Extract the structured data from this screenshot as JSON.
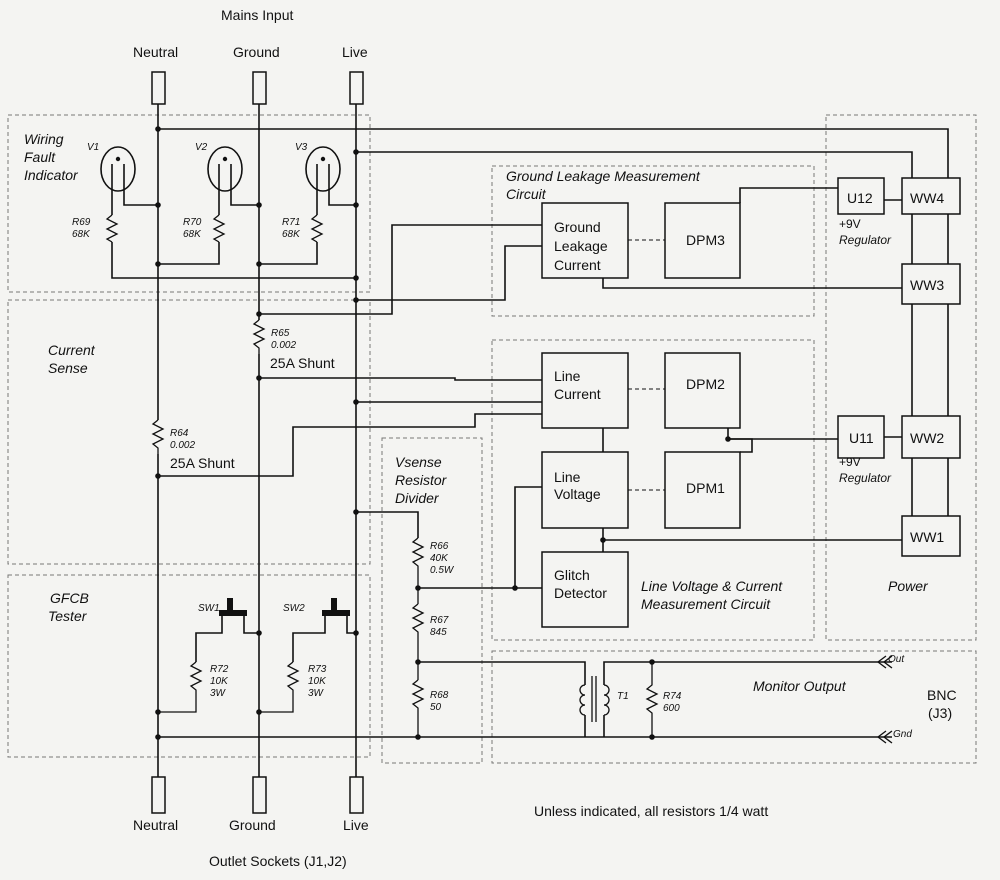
{
  "labels": {
    "mains_input": "Mains Input",
    "neutral": "Neutral",
    "ground": "Ground",
    "live": "Live",
    "outlet_sockets": "Outlet Sockets (J1,J2)",
    "wiring_fault_1": "Wiring",
    "wiring_fault_2": "Fault",
    "wiring_fault_3": "Indicator",
    "current_sense_1": "Current",
    "current_sense_2": "Sense",
    "gfcb_1": "GFCB",
    "gfcb_2": "Tester",
    "vsense_1": "Vsense",
    "vsense_2": "Resistor",
    "vsense_3": "Divider",
    "glm_circuit_1": "Ground Leakage Measurement",
    "glm_circuit_2": "Circuit",
    "lvc_circuit_1": "Line Voltage & Current",
    "lvc_circuit_2": "Measurement Circuit",
    "power": "Power",
    "monitor_output": "Monitor Output",
    "bnc_1": "BNC",
    "bnc_2": "(J3)",
    "out": "Out",
    "gnd": "Gnd",
    "note": "Unless indicated, all resistors 1/4 watt",
    "reg_volt_1": "+9V",
    "reg_1": "Regulator",
    "reg_volt_2": "+9V",
    "reg_2": "Regulator"
  },
  "blocks": {
    "ground_leakage_1": "Ground",
    "ground_leakage_2": "Leakage",
    "ground_leakage_3": "Current",
    "dpm3": "DPM3",
    "line_current_1": "Line",
    "line_current_2": "Current",
    "dpm2": "DPM2",
    "line_voltage_1": "Line",
    "line_voltage_2": "Voltage",
    "dpm1": "DPM1",
    "glitch_1": "Glitch",
    "glitch_2": "Detector",
    "u12": "U12",
    "u11": "U11",
    "ww4": "WW4",
    "ww3": "WW3",
    "ww2": "WW2",
    "ww1": "WW1"
  },
  "components": {
    "v1": "V1",
    "v2": "V2",
    "v3": "V3",
    "r69": "R69",
    "r69_val": "68K",
    "r70": "R70",
    "r70_val": "68K",
    "r71": "R71",
    "r71_val": "68K",
    "r65": "R65",
    "r65_val": "0.002",
    "r65_note": "25A Shunt",
    "r64": "R64",
    "r64_val": "0.002",
    "r64_note": "25A Shunt",
    "sw1": "SW1",
    "sw2": "SW2",
    "r72": "R72",
    "r72_val1": "10K",
    "r72_val2": "3W",
    "r73": "R73",
    "r73_val1": "10K",
    "r73_val2": "3W",
    "r66": "R66",
    "r66_val1": "40K",
    "r66_val2": "0.5W",
    "r67": "R67",
    "r67_val": "845",
    "r68": "R68",
    "r68_val": "50",
    "t1": "T1",
    "r74": "R74",
    "r74_val": "600"
  }
}
